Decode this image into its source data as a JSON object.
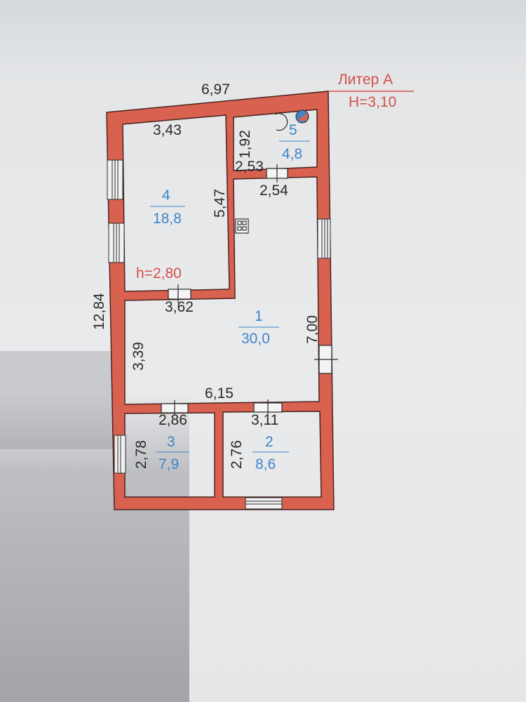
{
  "litera": {
    "name": "Литер А",
    "height": "H=3,10"
  },
  "dimensions": {
    "total_width": "6,97",
    "total_length": "12,84",
    "room4_width": "3,43",
    "room4_depth": "5,47",
    "room4_bottom": "3,62",
    "room5_depth": "1,92",
    "room5_width": "2,53",
    "corridor_width": "2,54",
    "room1_depth": "7,00",
    "room1_side": "3,39",
    "room1_width": "6,15",
    "room3_width": "2,86",
    "room3_depth": "2,78",
    "room2_width": "3,11",
    "room2_depth": "2,76"
  },
  "ceiling_height": "h=2,80",
  "rooms": [
    {
      "number": "1",
      "area": "30,0"
    },
    {
      "number": "2",
      "area": "8,6"
    },
    {
      "number": "3",
      "area": "7,9"
    },
    {
      "number": "4",
      "area": "18,8"
    },
    {
      "number": "5",
      "area": "4,8"
    }
  ],
  "colors": {
    "wall": "#d9614f",
    "wall_stroke": "#4a2420",
    "room_label": "#3f86c8",
    "dimension": "#2a2a2a",
    "title_red": "#d4504a"
  }
}
